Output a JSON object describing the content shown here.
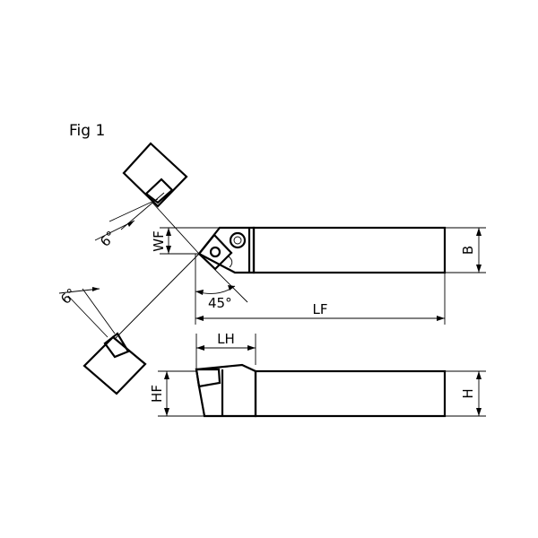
{
  "figure": {
    "caption": "Fig 1",
    "labels": {
      "wf": "WF",
      "b": "B",
      "lf": "LF",
      "lh": "LH",
      "hf": "HF",
      "h": "H"
    },
    "angles": {
      "approach": "45°",
      "clearance_top": "6°",
      "clearance_bottom": "6°"
    }
  }
}
